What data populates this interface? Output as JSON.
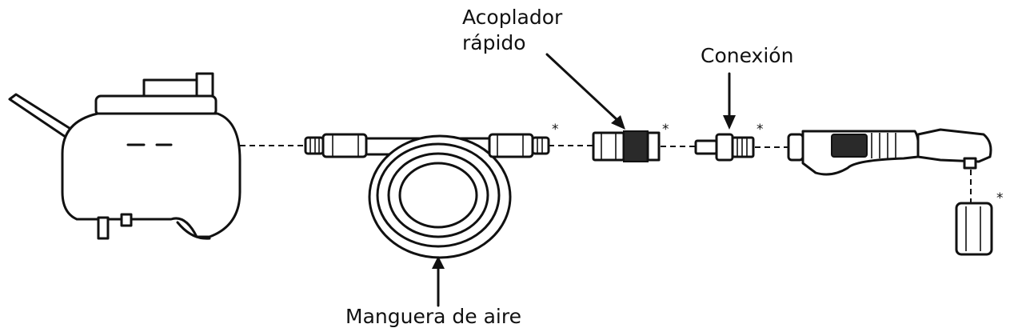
{
  "labels": {
    "coupler": [
      "Acoplador",
      "rápido"
    ],
    "fitting": "Conexión",
    "hose": "Manguera de aire"
  },
  "markers": {
    "asterisk": "*"
  },
  "icons": [
    "air-compressor-icon",
    "air-hose-icon",
    "quick-coupler-icon",
    "fitting-icon",
    "air-ratchet-icon",
    "socket-icon"
  ],
  "colors": {
    "ink": "#111111",
    "background": "#ffffff"
  }
}
